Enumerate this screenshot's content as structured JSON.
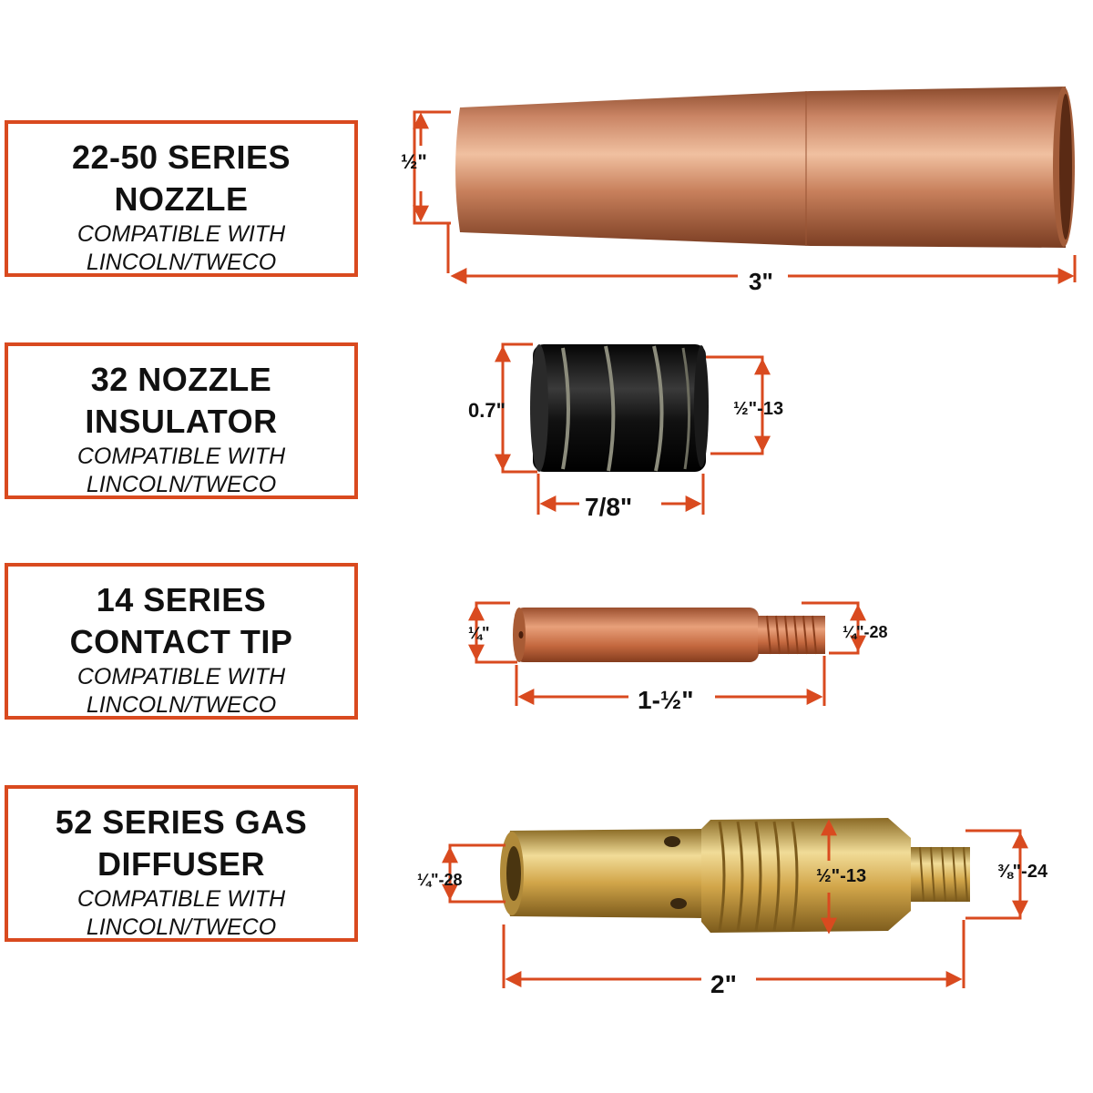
{
  "parts": [
    {
      "title_line1": "22-50 SERIES",
      "title_line2": "NOZZLE",
      "sub_line1": "COMPATIBLE WITH",
      "sub_line2": "LINCOLN/TWECO",
      "dims": {
        "height": "½\"",
        "length": "3\""
      }
    },
    {
      "title_line1": "32 NOZZLE",
      "title_line2": "INSULATOR",
      "sub_line1": "COMPATIBLE WITH",
      "sub_line2": "LINCOLN/TWECO",
      "dims": {
        "outer": "0.7\"",
        "thread": "½\"-13",
        "length": "7/8\""
      }
    },
    {
      "title_line1": "14 SERIES",
      "title_line2": "CONTACT TIP",
      "sub_line1": "COMPATIBLE WITH",
      "sub_line2": "LINCOLN/TWECO",
      "dims": {
        "diameter": "¼\"",
        "thread": "¼\"-28",
        "length": "1-½\""
      }
    },
    {
      "title_line1": "52 SERIES GAS",
      "title_line2": "DIFFUSER",
      "sub_line1": "COMPATIBLE WITH",
      "sub_line2": "LINCOLN/TWECO",
      "dims": {
        "inner_thread": "¼\"-28",
        "mid_thread": "½\"-13",
        "end_thread": "⅜\"-24",
        "length": "2\""
      }
    }
  ],
  "colors": {
    "border": "#d94a1f",
    "dimension": "#d94a1f",
    "copper": "#c9805a",
    "brass": "#d4a94c",
    "insulator": "#151515"
  }
}
